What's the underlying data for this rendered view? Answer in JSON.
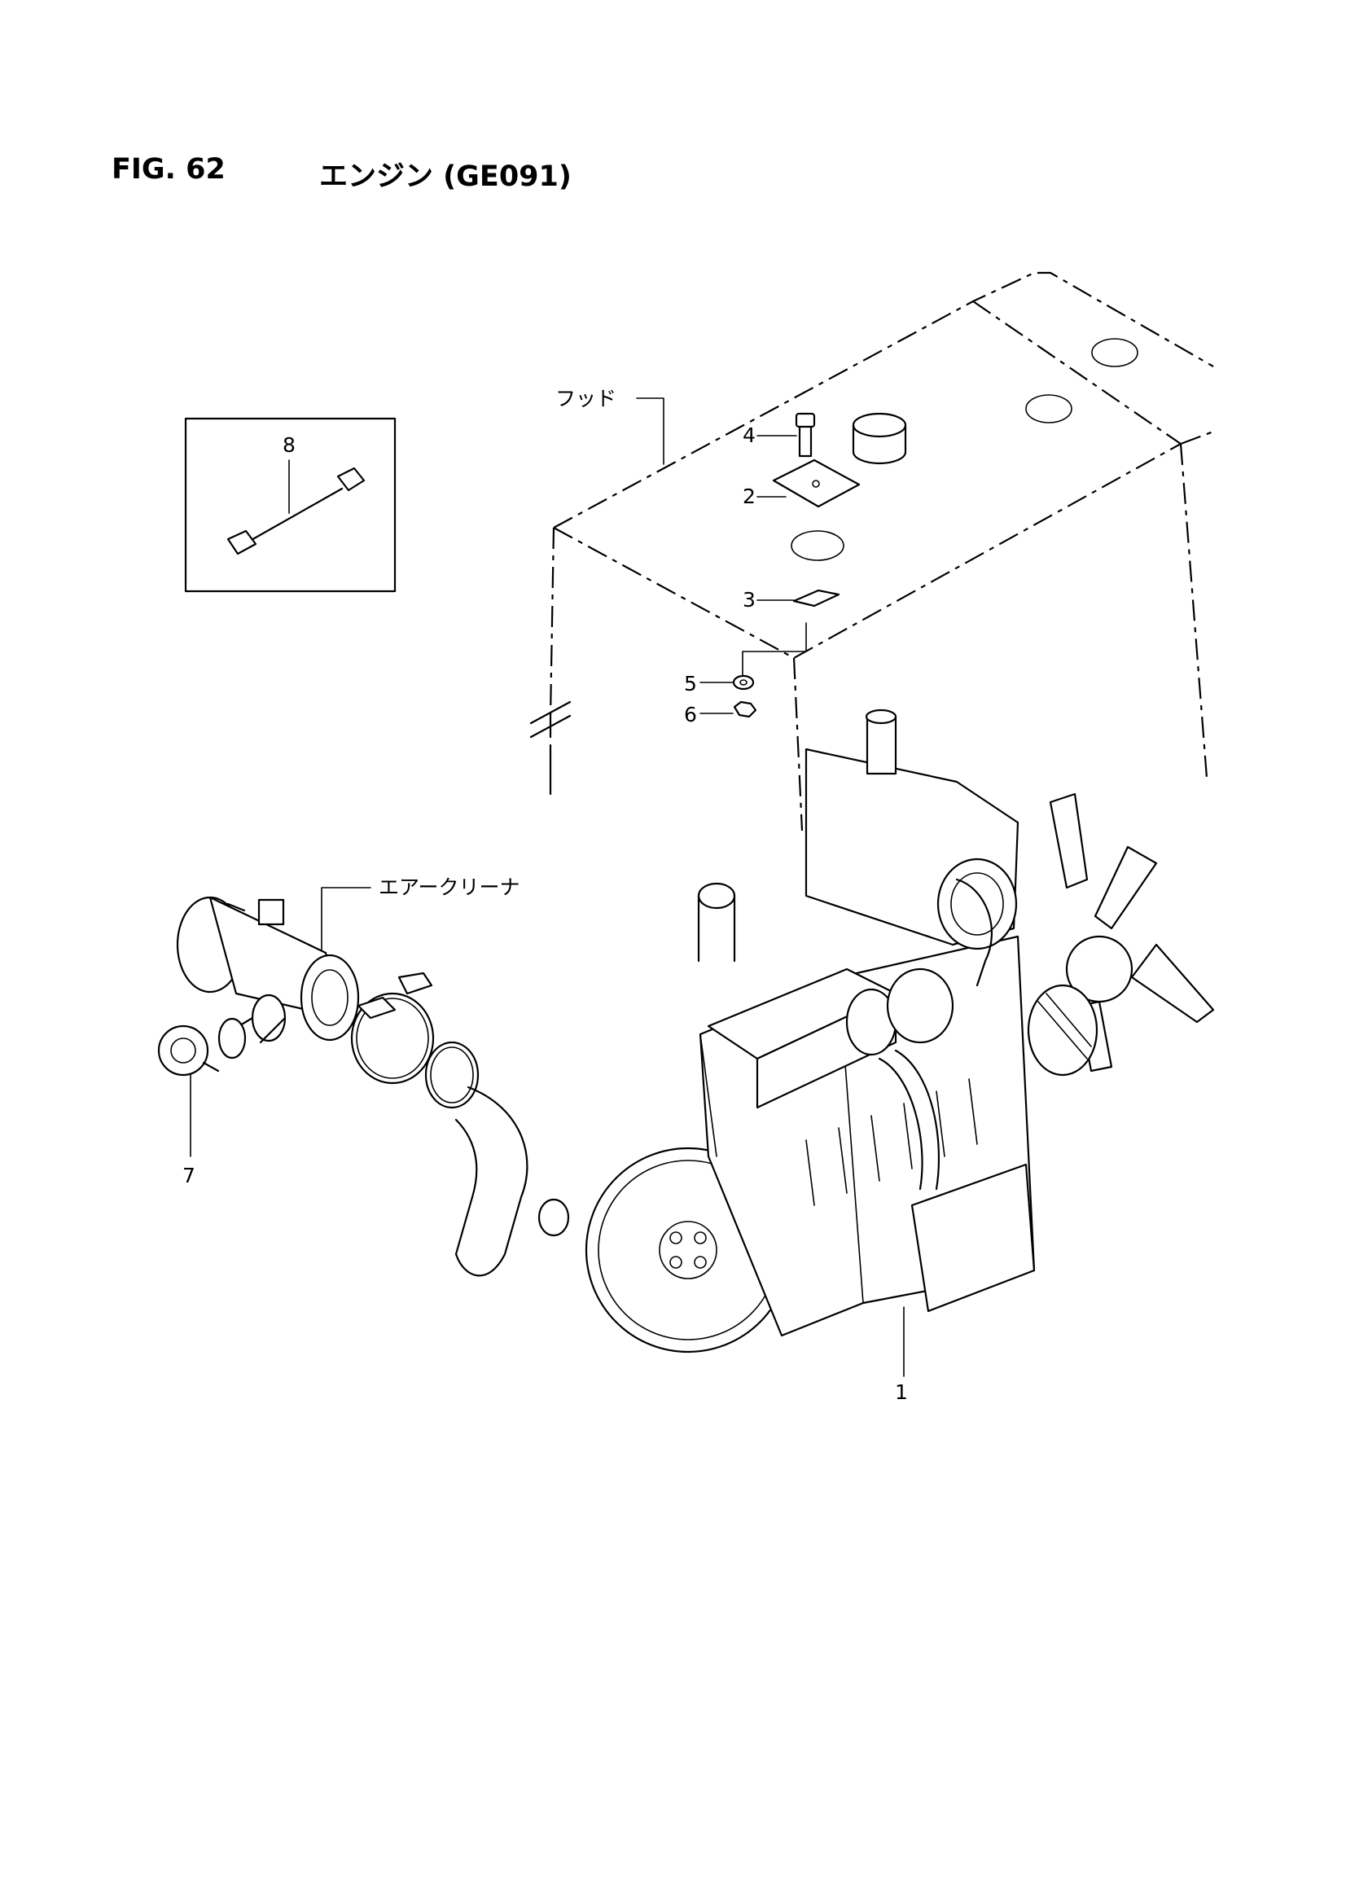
{
  "figure": {
    "number": "FIG. 62",
    "title": "エンジン (GE091)"
  },
  "labels": {
    "hood": "フッド",
    "air_cleaner": "エアークリーナ"
  },
  "callouts": {
    "c1": "1",
    "c2": "2",
    "c3": "3",
    "c4": "4",
    "c5": "5",
    "c6": "6",
    "c7": "7",
    "c8": "8"
  }
}
